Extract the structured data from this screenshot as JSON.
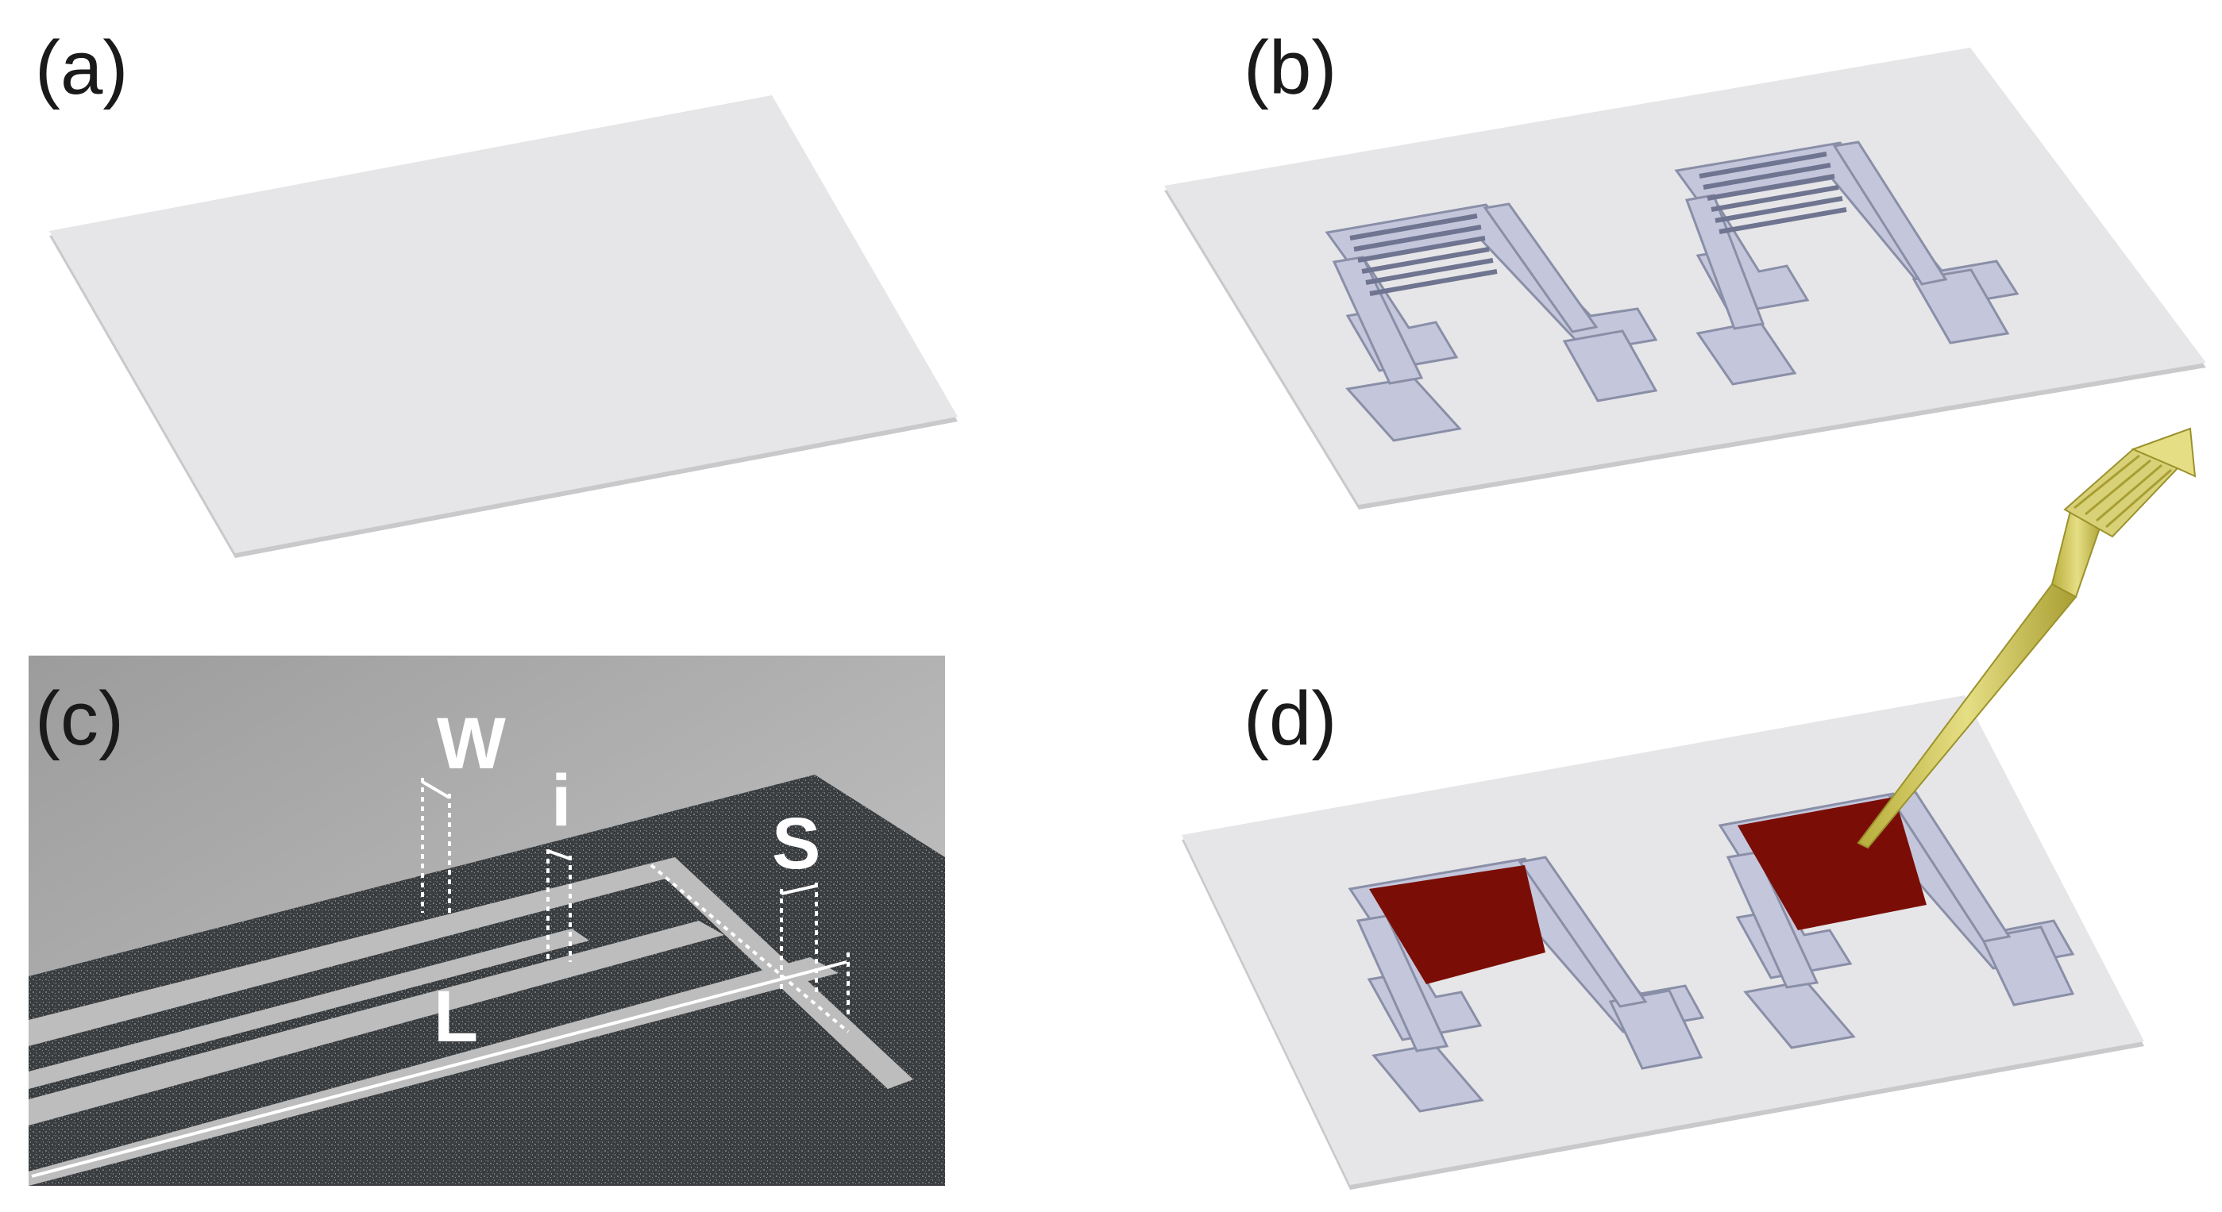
{
  "panels": {
    "a": {
      "label": "(a)"
    },
    "b": {
      "label": "(b)"
    },
    "c": {
      "label": "(c)"
    },
    "d": {
      "label": "(d)"
    }
  },
  "dimensions": {
    "w": "W",
    "i": "i",
    "s": "S",
    "l": "L"
  },
  "colors": {
    "substrate": "#e6e6e8",
    "electrode": "#c4c7dc",
    "electrode_edge": "#8a8fa8",
    "electrode_dark": "#a3a8c2",
    "sensing_film": "#7a0e06",
    "pipette": "#d4cc68",
    "background_c": "#b7b7b7",
    "textured_surface": "#3d4043",
    "finger": "#bdbdbd"
  },
  "icons": {
    "pipette": "pipette-icon"
  }
}
